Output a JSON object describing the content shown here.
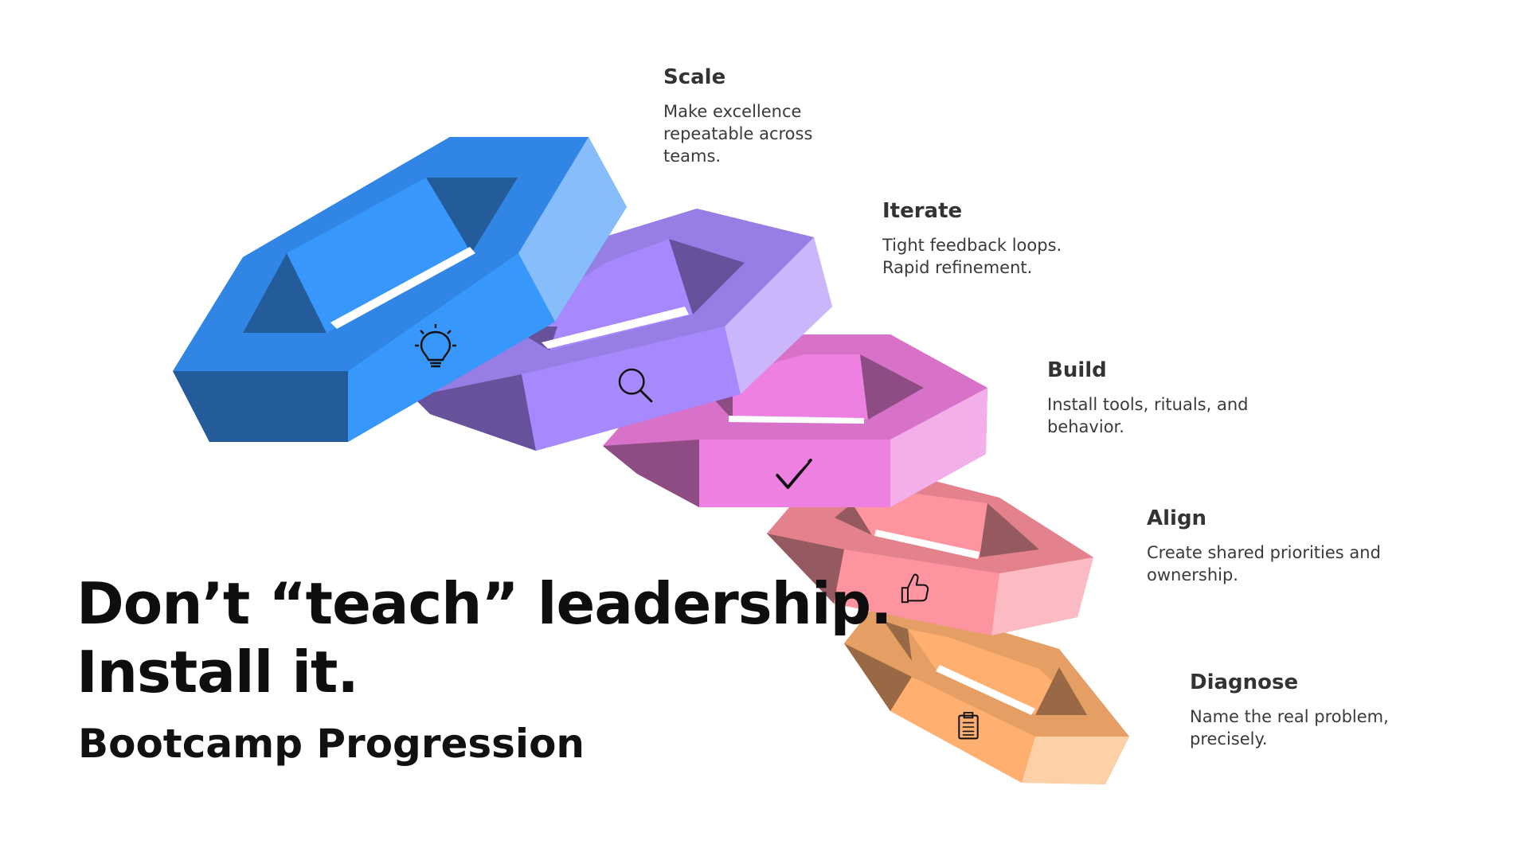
{
  "headline": {
    "line1": "Don’t “teach” leadership.",
    "line2": "Install it."
  },
  "subtitle": "Bootcamp Progression",
  "steps": [
    {
      "id": "scale",
      "title": "Scale",
      "description": "Make excellence repeatable across teams.",
      "icon": "lightbulb-icon",
      "colors": {
        "light": "#88BDFB",
        "base": "#3897FB",
        "mid": "#3186E5",
        "dark": "#235B9B"
      }
    },
    {
      "id": "iterate",
      "title": "Iterate",
      "description": "Tight feedback loops. Rapid refinement.",
      "icon": "magnifier-icon",
      "colors": {
        "light": "#CBB6FB",
        "base": "#A888FD",
        "mid": "#977EE5",
        "dark": "#67519A"
      }
    },
    {
      "id": "build",
      "title": "Build",
      "description": "Install tools, rituals, and behavior.",
      "icon": "checkmark-icon",
      "colors": {
        "light": "#F2AFE9",
        "base": "#EE80E2",
        "mid": "#D872C9",
        "dark": "#8D4C84"
      }
    },
    {
      "id": "align",
      "title": "Align",
      "description": "Create shared priorities and ownership.",
      "icon": "thumbs-up-icon",
      "colors": {
        "light": "#FCBAC2",
        "base": "#FF94A1",
        "mid": "#E3828C",
        "dark": "#955A60"
      }
    },
    {
      "id": "diagnose",
      "title": "Diagnose",
      "description": "Name the real problem, precisely.",
      "icon": "clipboard-icon",
      "colors": {
        "light": "#FDD0A8",
        "base": "#FFB071",
        "mid": "#E59F64",
        "dark": "#986944"
      }
    }
  ]
}
